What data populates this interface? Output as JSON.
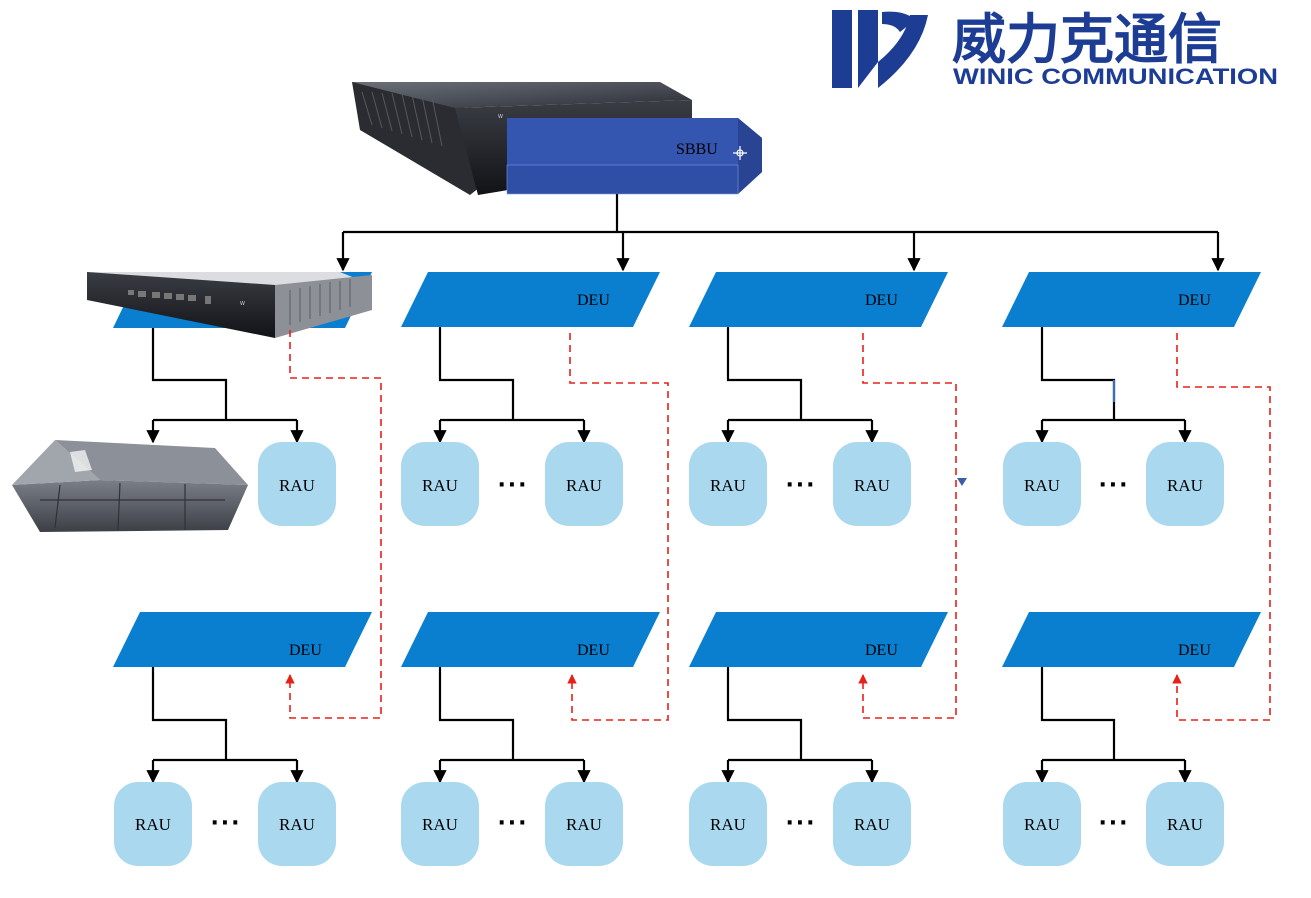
{
  "logo": {
    "name_cn": "威力克通信",
    "name_en": "WINIC COMMUNICATION",
    "color": "#1d3d95"
  },
  "sbbu": {
    "label": "SBBU"
  },
  "deu_label": "DEU",
  "rau_label": "RAU",
  "ellipsis": "···",
  "colors": {
    "deu_blue": "#0a7fd0",
    "sbbu_blue": "#3455b0",
    "rau_fill": "#a9d8ef",
    "line": "#000000",
    "dashed": "#e8201a"
  }
}
